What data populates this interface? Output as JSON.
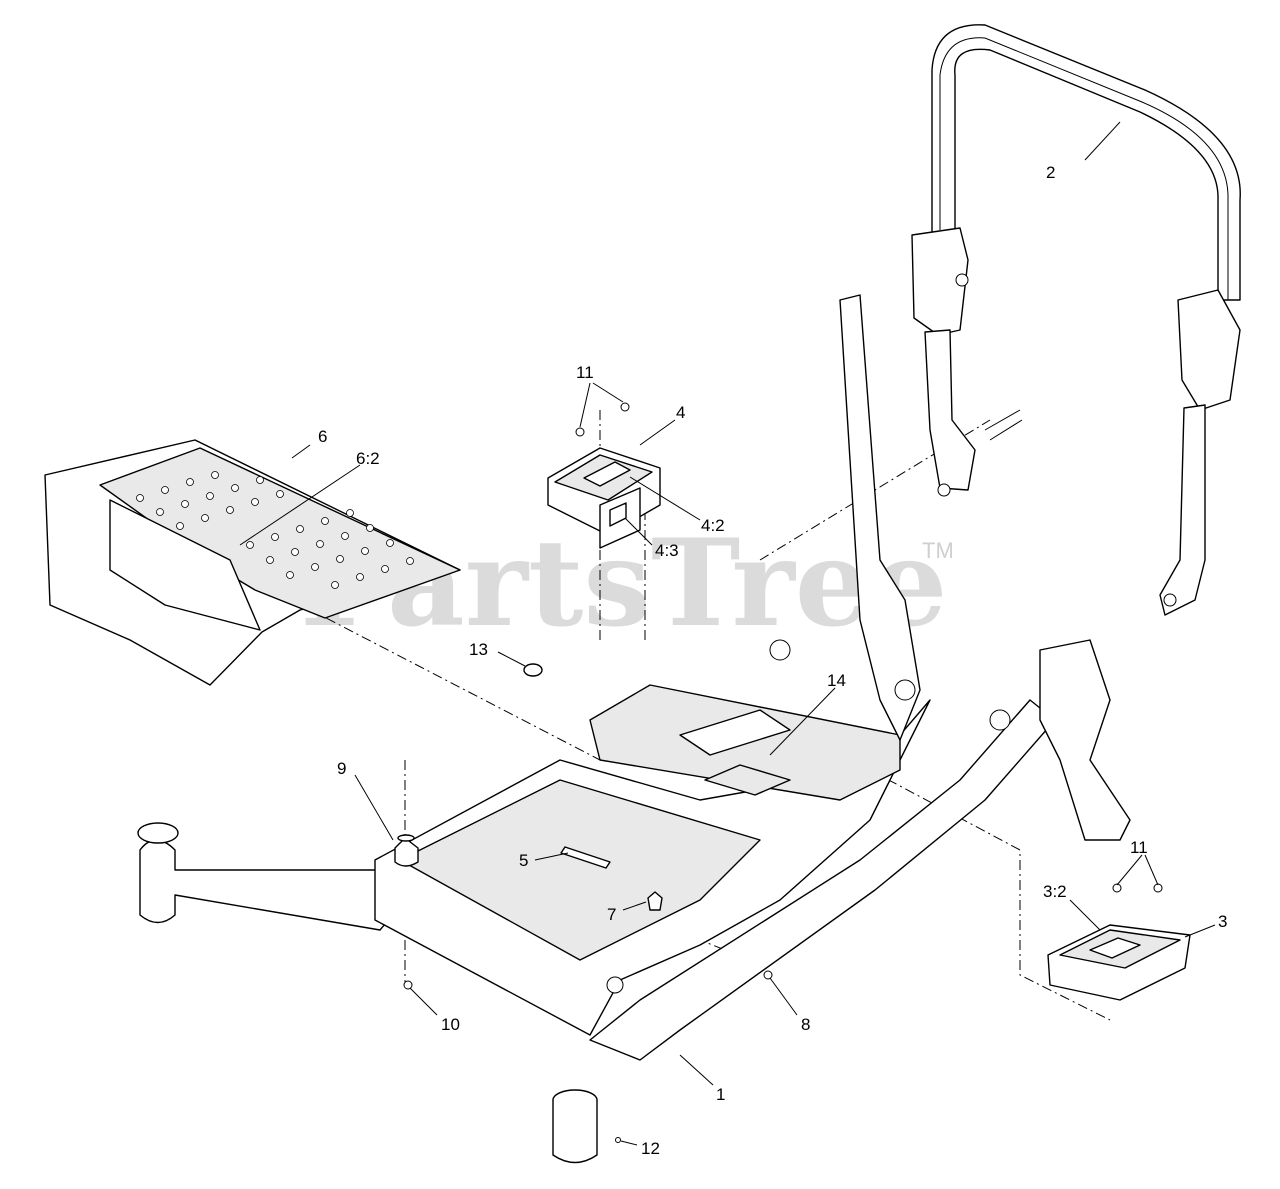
{
  "watermark": {
    "text": "PartsTree",
    "trademark": "TM"
  },
  "callouts": {
    "c1": "1",
    "c2": "2",
    "c3": "3",
    "c3_2": "3:2",
    "c4": "4",
    "c4_2": "4:2",
    "c4_3": "4:3",
    "c5": "5",
    "c6": "6",
    "c6_2": "6:2",
    "c7": "7",
    "c8": "8",
    "c9": "9",
    "c10": "10",
    "c11_a": "11",
    "c11_b": "11",
    "c12": "12",
    "c13": "13",
    "c14": "14"
  }
}
